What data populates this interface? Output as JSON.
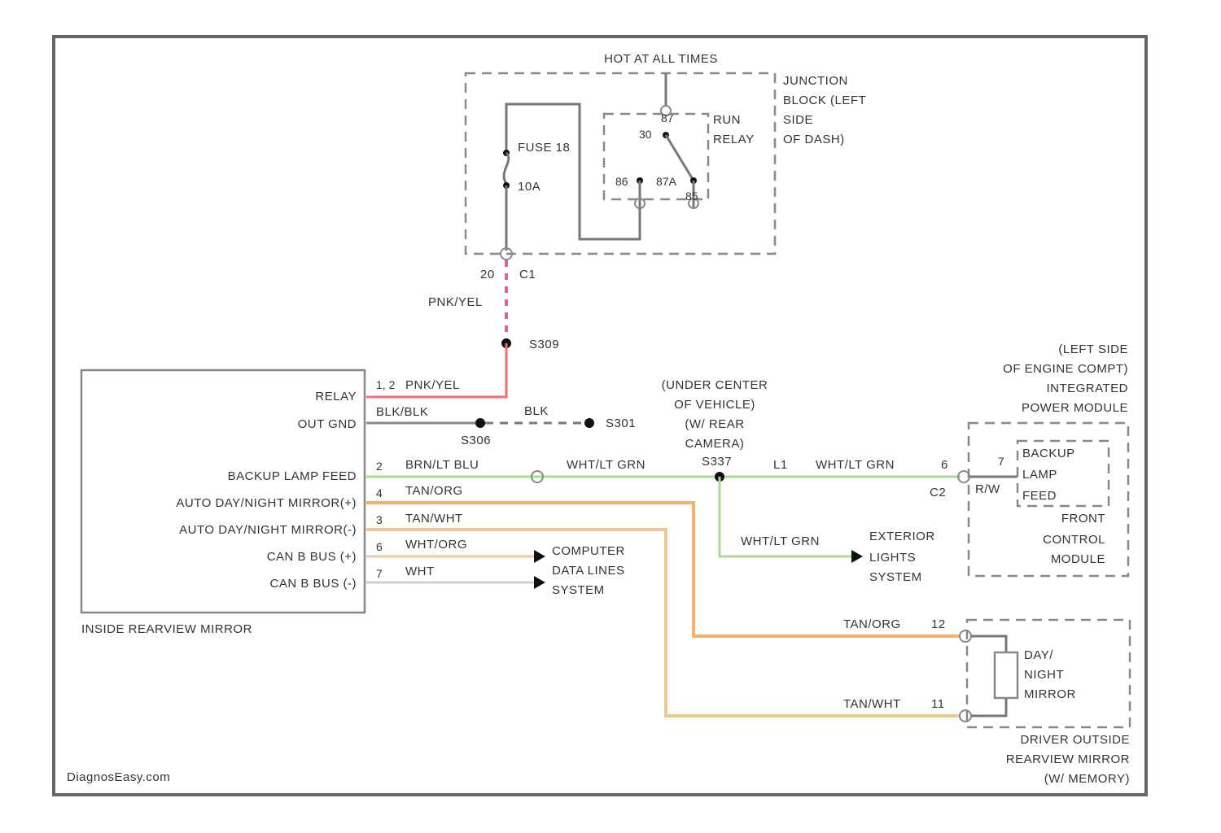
{
  "junction": {
    "hot_label": "HOT AT ALL TIMES",
    "title_lines": [
      "JUNCTION",
      "BLOCK (LEFT",
      "SIDE",
      "OF DASH)"
    ],
    "fuse_label": "FUSE 18",
    "fuse_amp": "10A",
    "relay_lines": [
      "RUN",
      "RELAY"
    ],
    "pin_87": "87",
    "pin_30": "30",
    "pin_87a": "87A",
    "pin_86": "86",
    "pin_85": "85",
    "conn_pin": "20",
    "conn_name": "C1"
  },
  "wires": {
    "pnk_yel": "PNK/YEL",
    "splice_s309": "S309",
    "splice_s306": "S306",
    "splice_s301": "S301",
    "blk": "BLK",
    "relay_wire": "PNK/YEL",
    "gnd_wire": "BLK/BLK",
    "backup_wire": "BRN/LT BLU",
    "tan_org": "TAN/ORG",
    "tan_wht": "TAN/WHT",
    "wht_org": "WHT/ORG",
    "wht": "WHT",
    "wht_ltgrn": "WHT/LT GRN",
    "splice_s337": "S337",
    "conn_l1": "L1",
    "conn_c2": "C2",
    "pin_6": "6",
    "pin_12": "12",
    "pin_11": "11"
  },
  "mirror": {
    "title": "INSIDE REARVIEW MIRROR",
    "rows": [
      {
        "pin": "1, 2",
        "label": "RELAY"
      },
      {
        "pin": "",
        "label": "OUT GND"
      },
      {
        "pin": "2",
        "label": "BACKUP LAMP FEED"
      },
      {
        "pin": "4",
        "label": "AUTO DAY/NIGHT MIRROR(+)"
      },
      {
        "pin": "3",
        "label": "AUTO DAY/NIGHT MIRROR(-)"
      },
      {
        "pin": "6",
        "label": "CAN B BUS (+)"
      },
      {
        "pin": "7",
        "label": "CAN B BUS (-)"
      }
    ]
  },
  "under_center_lines": [
    "(UNDER CENTER",
    "OF VEHICLE)",
    "(W/ REAR",
    "CAMERA)"
  ],
  "ipm_lines": [
    "(LEFT SIDE",
    "OF ENGINE COMPT)",
    "INTEGRATED",
    "POWER MODULE"
  ],
  "fcm": {
    "lines": [
      "FRONT",
      "CONTROL",
      "MODULE"
    ],
    "inner_lines": [
      "BACKUP",
      "LAMP",
      "FEED"
    ],
    "pin": "7",
    "rw": "R/W"
  },
  "computer_lines": [
    "COMPUTER",
    "DATA LINES",
    "SYSTEM"
  ],
  "exterior_lines": [
    "EXTERIOR",
    "LIGHTS",
    "SYSTEM"
  ],
  "outside_mirror": {
    "inner_lines": [
      "DAY/",
      "NIGHT",
      "MIRROR"
    ],
    "title_lines": [
      "DRIVER OUTSIDE",
      "REARVIEW MIRROR",
      "(W/ MEMORY)"
    ]
  },
  "watermark": "DiagnosEasy.com",
  "colors": {
    "pink": "#f06080",
    "red": "#f07070",
    "green": "#a8dc98",
    "orange": "#f4b070",
    "tan": "#ecca8e",
    "peach": "#f2c8a8",
    "gray_wire": "#cccccc"
  }
}
